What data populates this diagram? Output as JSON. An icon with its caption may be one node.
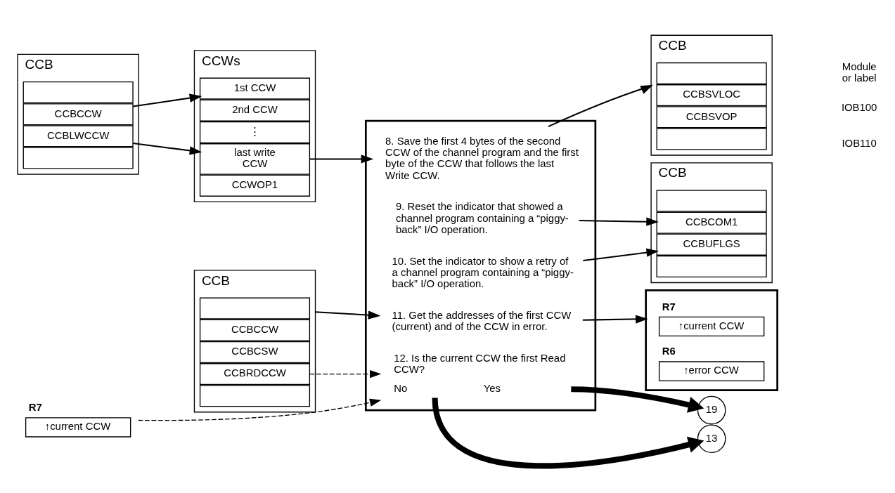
{
  "diagram": {
    "nodes": [
      {
        "text": [
          "CCB"
        ]
      },
      {
        "text": [],
        "shape": "box",
        "in": 0
      },
      {
        "text": [
          "CCBCCW"
        ],
        "in": 0
      },
      {
        "text": [
          "CCBLWCCW"
        ],
        "in": 0
      },
      {
        "text": [],
        "shape": "box",
        "in": 0
      },
      {
        "text": [
          "CCWs"
        ]
      },
      {
        "text": [
          "1st CCW"
        ],
        "in": 5
      },
      {
        "text": [
          "2nd CCW"
        ],
        "in": 5
      },
      {
        "text": [
          "⋮"
        ],
        "in": 5
      },
      {
        "text": [
          "last write CCW"
        ],
        "in": 5
      },
      {
        "text": [
          "CCWOP1"
        ],
        "in": 5
      },
      {
        "text": [],
        "shape": "box"
      },
      {
        "text": [
          "8. Save the first 4 bytes of the second CCW of the channel program and the first byte of the CCW that follows the last Write CCW."
        ],
        "in": 11
      },
      {
        "text": [
          "9. Reset the indicator that showed a channel program containing a “piggy-back” I/O operation."
        ],
        "in": 11
      },
      {
        "text": [
          "10. Set the indicator to show a retry of a channel program containing a “piggy-back” I/O operation."
        ],
        "in": 11
      },
      {
        "text": [
          "11. Get the addresses of the first CCW (current) and of the CCW in error."
        ],
        "in": 11
      },
      {
        "text": [
          "12. Is the current CCW the first Read CCW?",
          "No",
          "Yes"
        ],
        "in": 11
      },
      {
        "text": [
          "CCB"
        ]
      },
      {
        "text": [],
        "shape": "box",
        "in": 17
      },
      {
        "text": [
          "CCBCCW"
        ],
        "in": 17
      },
      {
        "text": [
          "CCBCSW"
        ],
        "in": 17
      },
      {
        "text": [
          "CCBRDCCW"
        ],
        "in": 17
      },
      {
        "text": [],
        "shape": "box",
        "in": 17
      },
      {
        "text": [
          "CCB"
        ]
      },
      {
        "text": [],
        "shape": "box",
        "in": 23
      },
      {
        "text": [
          "CCBSVLOC"
        ],
        "in": 23
      },
      {
        "text": [
          "CCBSVOP"
        ],
        "in": 23
      },
      {
        "text": [],
        "shape": "box",
        "in": 23
      },
      {
        "text": [
          "CCB"
        ]
      },
      {
        "text": [],
        "shape": "box",
        "in": 28
      },
      {
        "text": [
          "CCBCOM1"
        ],
        "in": 28
      },
      {
        "text": [
          "CCBUFLGS"
        ],
        "in": 28
      },
      {
        "text": [],
        "shape": "box",
        "in": 28
      },
      {
        "text": [],
        "shape": "box"
      },
      {
        "text": [
          "R7",
          "↑current CCW"
        ],
        "in": 33
      },
      {
        "text": [
          "R6",
          "↑error CCW"
        ],
        "in": 33
      },
      {
        "text": [
          "19"
        ]
      },
      {
        "text": [
          "13"
        ]
      },
      {
        "text": [
          "R7",
          "↑current CCW"
        ]
      }
    ],
    "edges": [
      {
        "from": 2,
        "to": 6,
        "arrow": "to"
      },
      {
        "from": 3,
        "to": 9,
        "arrow": "to"
      },
      {
        "from": 9,
        "to": 12,
        "arrow": "to"
      },
      {
        "from": 12,
        "to": 23,
        "arrow": "to"
      },
      {
        "from": 13,
        "to": 30,
        "arrow": "to"
      },
      {
        "from": 14,
        "to": 31,
        "arrow": "to"
      },
      {
        "from": 17,
        "to": 15,
        "arrow": "to"
      },
      {
        "from": 15,
        "to": 33,
        "arrow": "to"
      },
      {
        "from": 21,
        "to": 16,
        "arrow": "to",
        "style": "dashed"
      },
      {
        "from": 38,
        "to": 16,
        "arrow": "to",
        "style": "dashed"
      },
      {
        "from": 16,
        "to": 37,
        "arrow": "to",
        "style": "thick"
      },
      {
        "from": 16,
        "to": 36,
        "arrow": "to",
        "style": "thick"
      }
    ],
    "labels": [
      "Module or label",
      "IOB100",
      "IOB110"
    ]
  }
}
